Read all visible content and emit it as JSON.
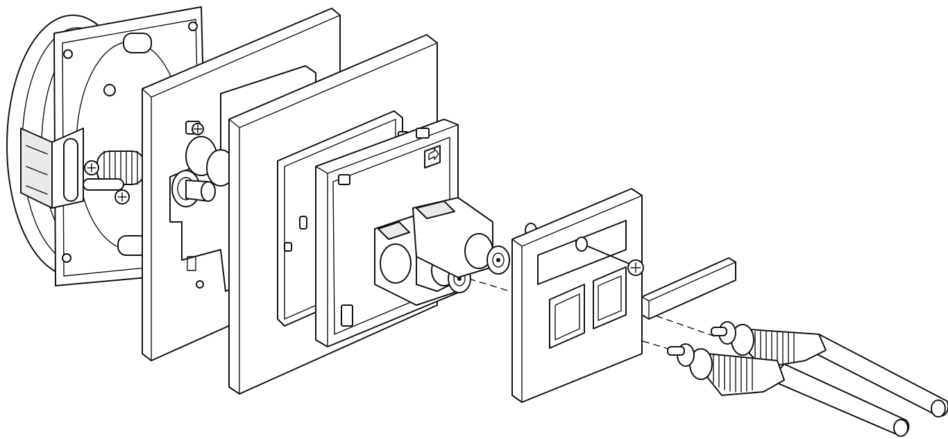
{
  "colors": {
    "line": "#111111",
    "background": "#ffffff",
    "shade": "#e9e9e9"
  },
  "parts": [
    {
      "id": "mounting-box",
      "icon": "round-mounting-box"
    },
    {
      "id": "outer-frame",
      "icon": "square-frame"
    },
    {
      "id": "inner-frame",
      "icon": "square-frame"
    },
    {
      "id": "socket-module",
      "icon": "double-coax-module"
    },
    {
      "id": "cover-plate",
      "icon": "double-socket-cover"
    },
    {
      "id": "label-strip",
      "icon": "label-strip"
    },
    {
      "id": "rca-plugs",
      "icon": "coax-plug-pair"
    }
  ]
}
